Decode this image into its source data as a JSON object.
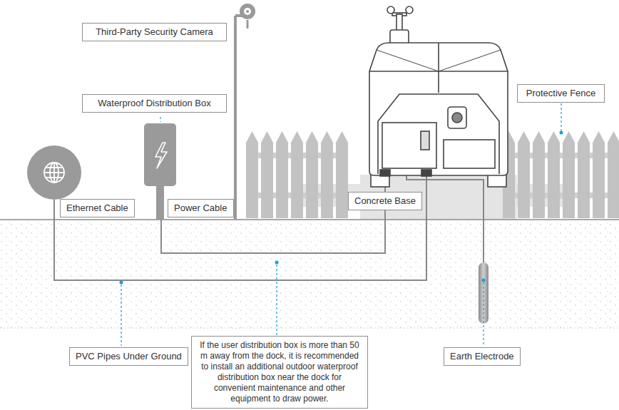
{
  "diagram": {
    "nodes": [
      {
        "text": [
          "Third-Party Security Camera"
        ]
      },
      {
        "text": [
          "Waterproof Distribution Box"
        ]
      },
      {
        "text": [
          "Protective Fence"
        ]
      },
      {
        "text": [
          "Ethernet Cable"
        ]
      },
      {
        "text": [
          "Power Cable"
        ]
      },
      {
        "text": [
          "Concrete Base"
        ]
      },
      {
        "text": [
          "PVC Pipes Under Ground"
        ]
      },
      {
        "text": [
          "If the user distribution box is more than 50 m away from the dock, it is recommended to install an additional outdoor waterproof distribution box near the dock for convenient maintenance and other equipment to draw power."
        ]
      },
      {
        "text": [
          "Earth Electrode"
        ]
      }
    ]
  }
}
